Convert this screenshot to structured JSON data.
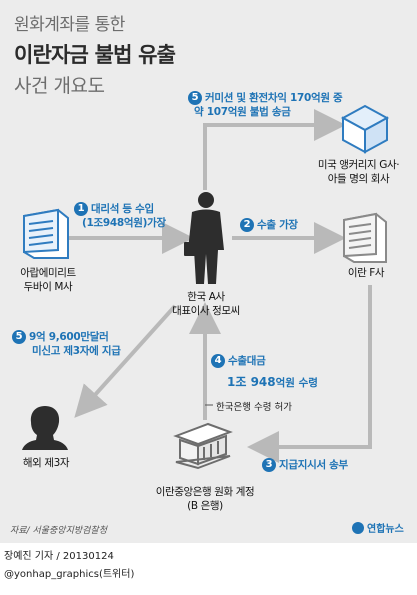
{
  "title": {
    "line1": "원화계좌를 통한",
    "line2": "이란자금 불법 유출",
    "line3": "사건 개요도"
  },
  "steps": {
    "s1": {
      "num": "1",
      "line1": "대리석 등 수입",
      "line2": "(1조948억원)가장"
    },
    "s2": {
      "num": "2",
      "text": "수출 가장"
    },
    "s3": {
      "num": "3",
      "text": "지급지시서 송부"
    },
    "s4": {
      "num": "4",
      "line1": "수출대금",
      "amount": "1조 948",
      "amount_unit": "억원 수령"
    },
    "s5a": {
      "num": "5",
      "line1": "커미션 및 환전차익 170억원 중",
      "line2": "약 107억원 불법 송금"
    },
    "s5b": {
      "num": "5",
      "line1": "9억 9,600만달러",
      "line2": "미신고 제3자에 지급"
    }
  },
  "entities": {
    "arab": {
      "line1": "아랍에미리트",
      "line2": "두바이 M사"
    },
    "korea": {
      "line1": "한국 A사",
      "line2": "대표이사 정모씨"
    },
    "iran_f": {
      "line1": "이란 F사"
    },
    "us": {
      "line1": "미국 앵커리지 G사·",
      "line2": "아들 명의 회사"
    },
    "third": {
      "line1": "해외 제3자"
    },
    "bank": {
      "line1": "이란중앙은행 원화 계정",
      "line2": "(B 은행)"
    }
  },
  "note": "한국은행 수령 허가",
  "source": "자료/ 서울중앙지방검찰청",
  "logo": "연합뉴스",
  "footer": {
    "line1": "장예진 기자 / 20130124",
    "line2": "@yonhap_graphics(트위터)"
  },
  "colors": {
    "accent": "#1e73b5",
    "arrow": "#b9b9b9",
    "icon_blue": "#2f7cc0"
  }
}
